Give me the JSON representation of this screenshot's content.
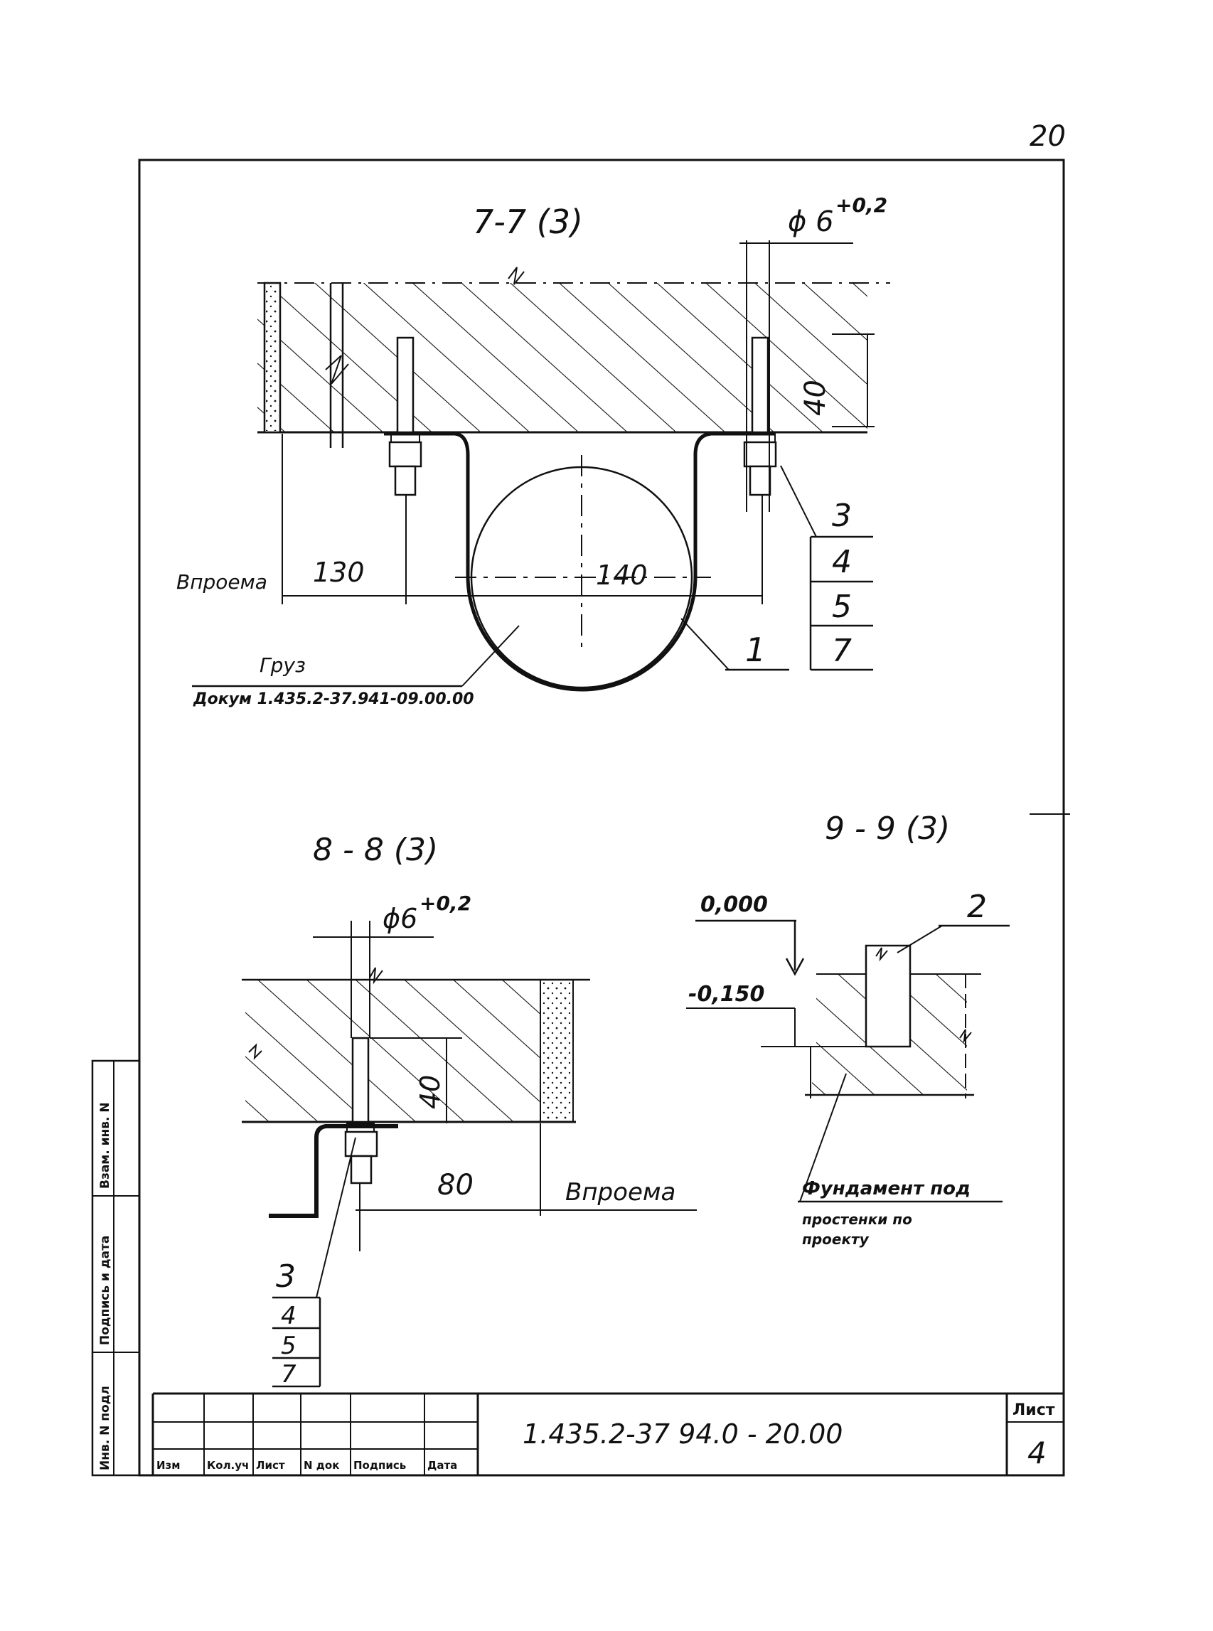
{
  "sheet": {
    "page_number": "20",
    "sheet_label": "Лист",
    "sheet_number": "4",
    "document_code": "1.435.2-37 94.0 - 20.00"
  },
  "title_block": {
    "columns": [
      "Изм",
      "Кол.уч",
      "Лист",
      "N док",
      "Подпись",
      "Дата"
    ]
  },
  "side_stamp": {
    "fields": [
      "Инв. N подл",
      "Подпись и дата",
      "Взам. инв. N"
    ]
  },
  "section_7": {
    "title": "7-7 (3)",
    "hole_diameter": "ϕ 6",
    "hole_tolerance": "+0,2",
    "dim_depth": "40",
    "dim_opening_label": "Впроема",
    "dim_offset": "130",
    "dim_pipe": "140",
    "cargo_label": "Груз",
    "cargo_document": "Докум 1.435.2-37.941-09.00.00",
    "callouts": [
      "3",
      "4",
      "5",
      "7"
    ],
    "clamp_callout": "1"
  },
  "section_8": {
    "title": "8 - 8 (3)",
    "hole_diameter": "ϕ6",
    "hole_tolerance": "+0,2",
    "dim_depth": "40",
    "dim_offset": "80",
    "dim_opening_label": "Впроема",
    "callouts": [
      "3",
      "4",
      "5",
      "7"
    ]
  },
  "section_9": {
    "title": "9 - 9 (3)",
    "level_top": "0,000",
    "level_bottom": "-0,150",
    "part_callout": "2",
    "foundation_note_1": "Фундамент под",
    "foundation_note_2": "простенки по",
    "foundation_note_3": "проекту"
  }
}
